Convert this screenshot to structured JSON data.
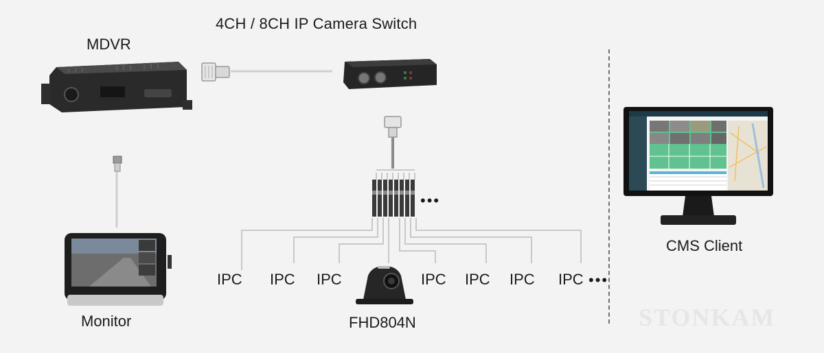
{
  "diagram": {
    "title": "4CH / 8CH IP Camera Switch",
    "nodes": {
      "mdvr": "MDVR",
      "monitor": "Monitor",
      "cms_client": "CMS Client",
      "camera": "FHD804N"
    },
    "ipc_labels": [
      "IPC",
      "IPC",
      "IPC",
      "IPC",
      "IPC",
      "IPC",
      "IPC"
    ],
    "ellipsis": "•••",
    "watermark": "STONKAM"
  },
  "colors": {
    "background": "#f3f3f3",
    "device_dark": "#2a2a2a",
    "cable": "#c8c8c8",
    "screen_green": "#5fc28f",
    "map_bg": "#e7e2d4",
    "divider": "#707070"
  }
}
